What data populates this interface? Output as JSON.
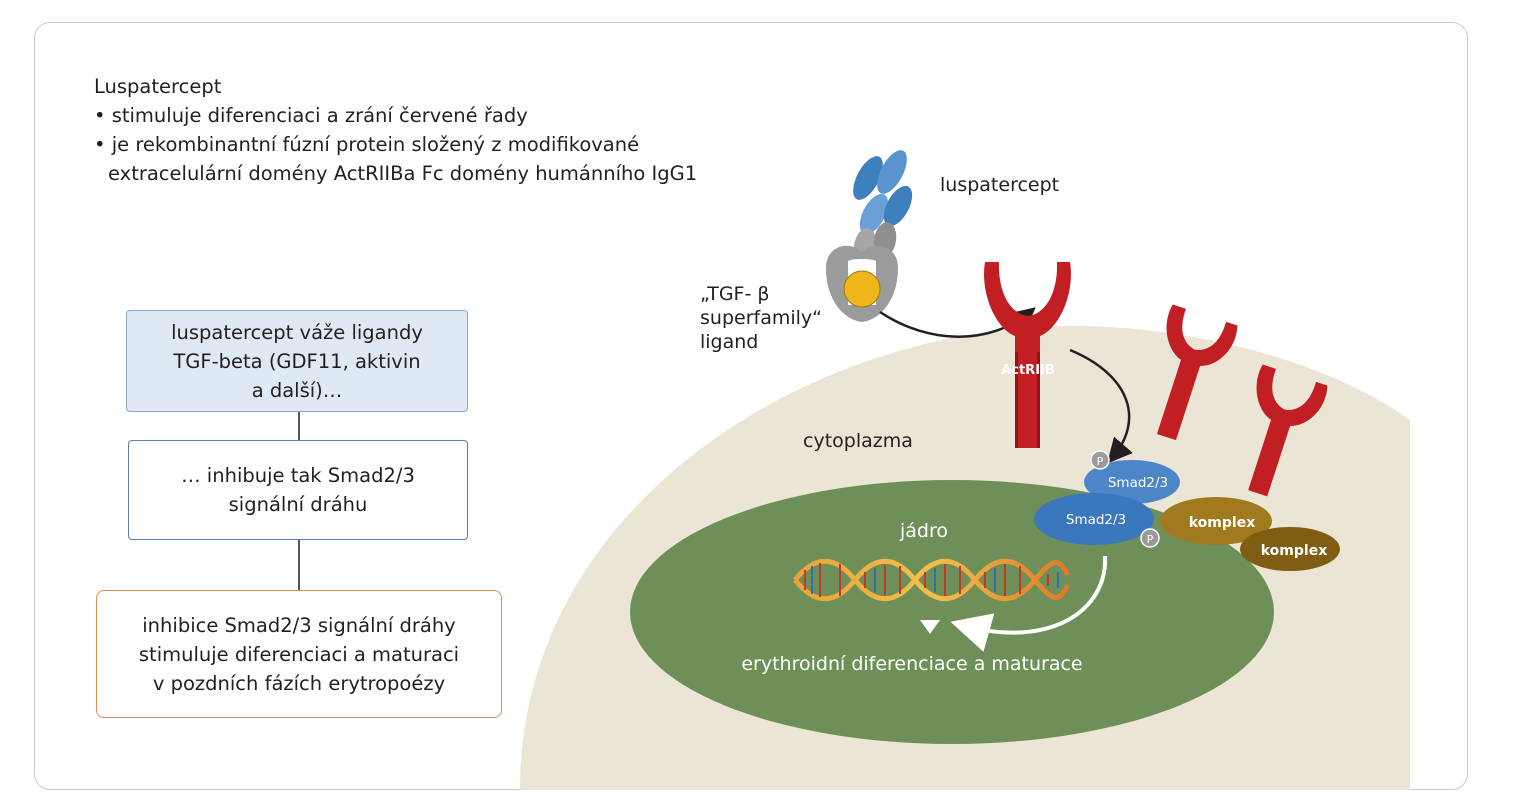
{
  "header": {
    "title": "Luspatercept",
    "bullet1": "• stimuluje diferenciaci a zrání červené řady",
    "bullet2_line1": "• je rekombinantní fúzní protein složený z modifikované",
    "bullet2_line2": "extracelulární domény ActRIIBa Fc domény humánního IgG1"
  },
  "flow": {
    "box1_line1": "luspatercept váže ligandy",
    "box1_line2": "TGF-beta (GDF11, aktivin",
    "box1_line3": "a další)…",
    "box2_line1": "… inhibuje tak Smad2/3",
    "box2_line2": "signální dráhu",
    "box3_line1": "inhibice Smad2/3 signální dráhy",
    "box3_line2": "stimuluje diferenciaci a maturaci",
    "box3_line3": "v pozdních fázích erytropoézy"
  },
  "labels": {
    "luspatercept": "luspatercept",
    "ligand_line1": "„TGF- β",
    "ligand_line2": "superfamily“",
    "ligand_line3": "ligand",
    "receptor": "ActRIIB",
    "cytoplasm": "cytoplazma",
    "nucleus": "jádro",
    "smad_top": "Smad2/3",
    "smad_bottom": "Smad2/3",
    "phospho": "P",
    "complex1": "komplex",
    "complex2": "komplex",
    "outcome": "erythroidní diferenciace a maturace"
  },
  "colors": {
    "cell": "#ebe5d6",
    "nucleus": "#6e9058",
    "receptor": "#c21f24",
    "smad": "#4d86c6",
    "complex": "#a17a1f",
    "ligand": "#f0b51b",
    "antibody_blue": "#3e7fbd",
    "antibody_grey": "#9b9b9b",
    "phospho": "#9a9a9a"
  }
}
